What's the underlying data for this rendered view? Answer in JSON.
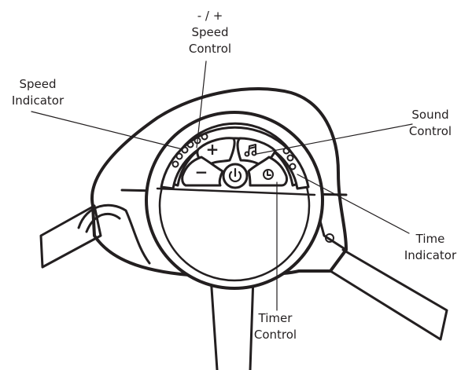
{
  "labels": {
    "speed_control": [
      "- / +",
      "Speed",
      "Control"
    ],
    "speed_indicator": [
      "Speed",
      "Indicator"
    ],
    "sound_control": [
      "Sound",
      "Control"
    ],
    "time_indicator": [
      "Time",
      "Indicator"
    ],
    "timer_control": [
      "Timer",
      "Control"
    ]
  },
  "buttons": {
    "plus": "+",
    "minus": "−"
  },
  "colors": {
    "line": "#231f20",
    "background": "#ffffff"
  }
}
